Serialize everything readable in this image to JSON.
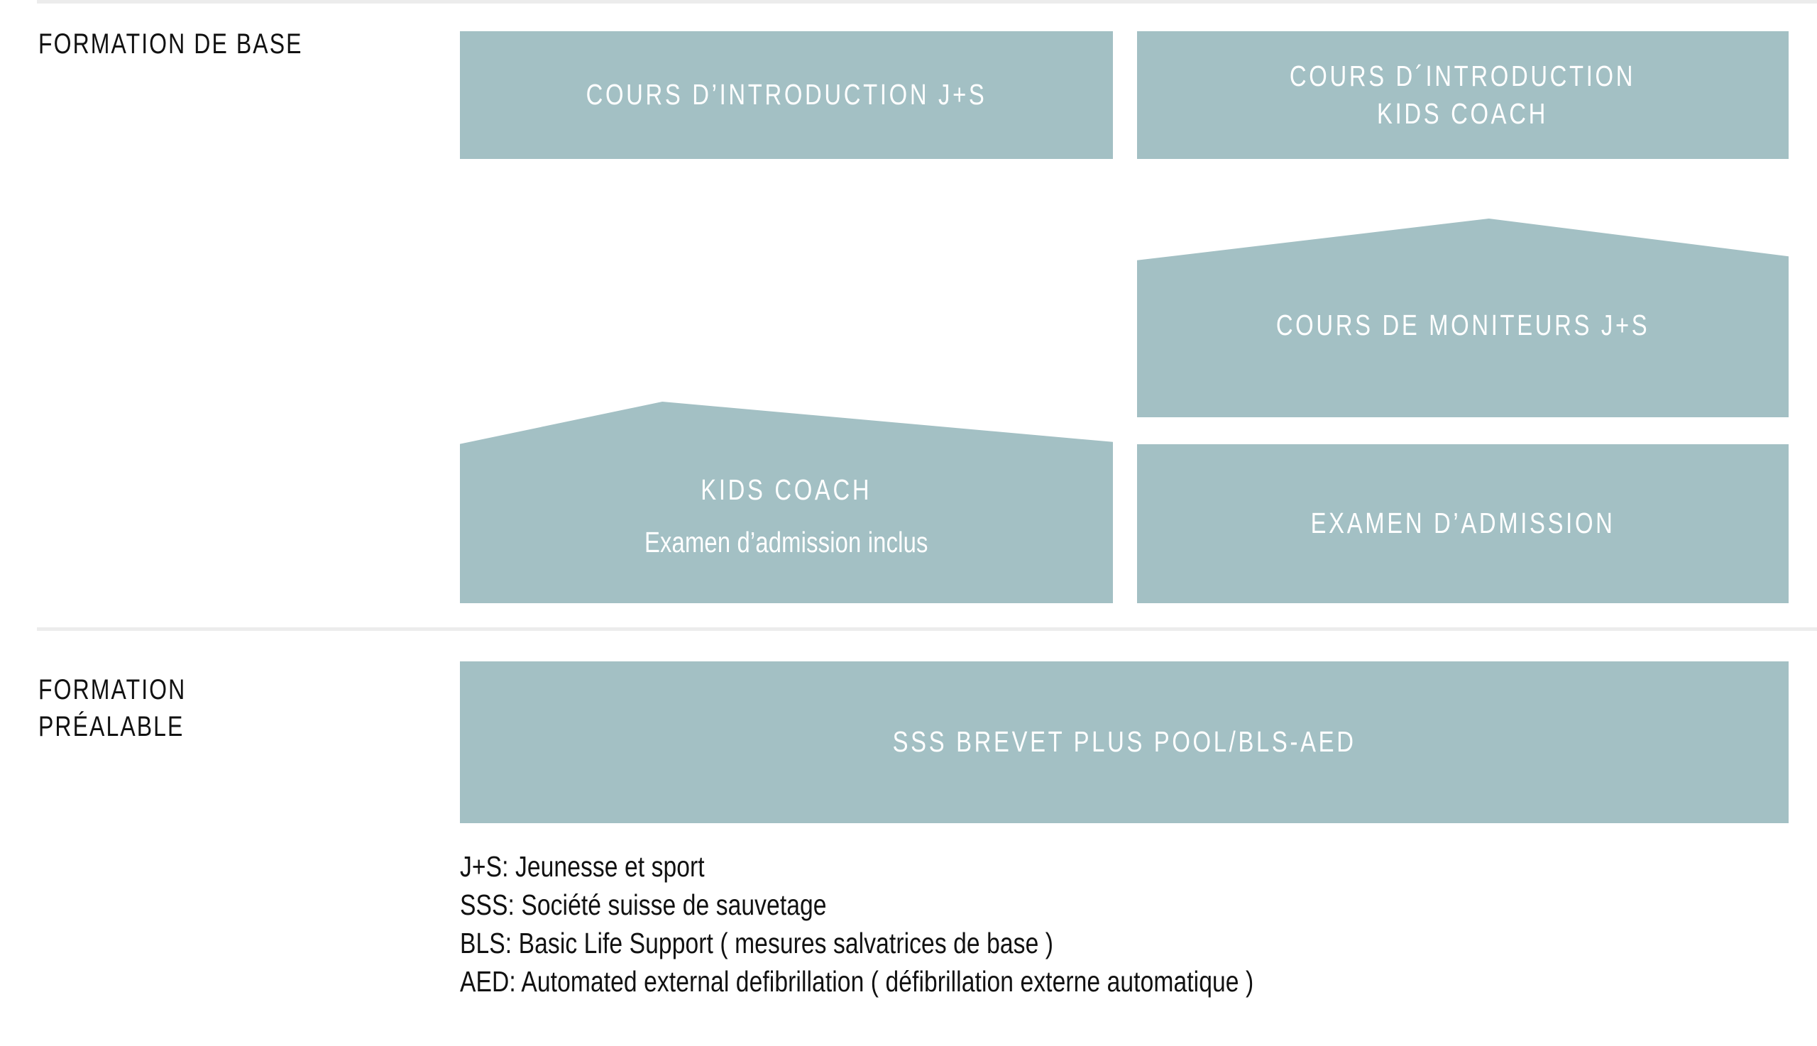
{
  "theme": {
    "teal": "#a3c0c4",
    "divider": "#ececec",
    "text_dark": "#111111",
    "text_on_teal": "#ffffff",
    "background": "#ffffff"
  },
  "sections": {
    "base": {
      "label": "FORMATION DE BASE"
    },
    "prealable": {
      "label": "FORMATION\nPRÉALABLE"
    }
  },
  "blocks": {
    "cours_intro_js": {
      "label": "COURS D’INTRODUCTION J+S",
      "shape": "rectangle"
    },
    "cours_intro_kids": {
      "label": "COURS D´INTRODUCTION\nKIDS COACH",
      "shape": "rectangle"
    },
    "cours_moniteurs": {
      "label": "COURS DE MONITEURS J+S",
      "shape": "pentagon"
    },
    "kids_coach": {
      "label": "KIDS COACH",
      "sublabel": "Examen d’admission inclus",
      "shape": "pentagon"
    },
    "examen_admission": {
      "label": "EXAMEN D’ADMISSION",
      "shape": "rectangle"
    },
    "sss_brevet": {
      "label": "SSS BREVET PLUS POOL/BLS-AED",
      "shape": "rectangle"
    }
  },
  "legend": {
    "lines": [
      "J+S: Jeunesse et sport",
      "SSS: Société suisse de sauvetage",
      "BLS: Basic Life Support ( mesures salvatrices de base )",
      "AED: Automated external defibrillation ( défibrillation externe automatique )"
    ]
  }
}
